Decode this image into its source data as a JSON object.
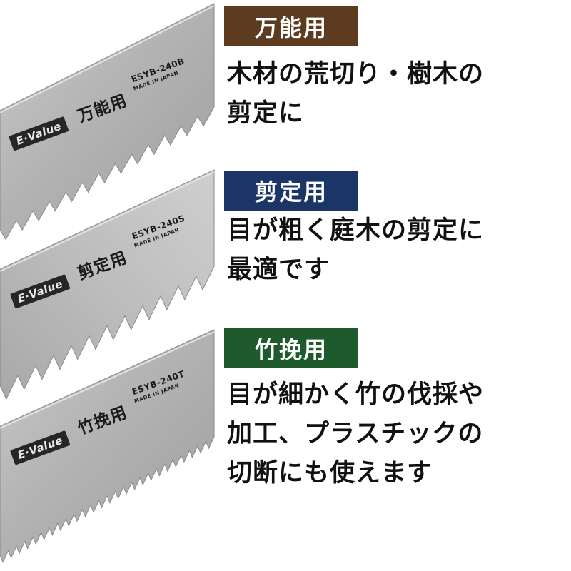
{
  "sections": [
    {
      "label": "万能用",
      "label_color": "#5c3b1e",
      "description_lines": [
        "木材の荒切り・樹木の",
        "剪定に"
      ],
      "blade": {
        "logo": "E·Value",
        "kanji": "万能用",
        "model": "ESYB-240B",
        "made_in": "MADE IN JAPAN"
      }
    },
    {
      "label": "剪定用",
      "label_color": "#1b3566",
      "description_lines": [
        "目が粗く庭木の剪定に",
        "最適です"
      ],
      "blade": {
        "logo": "E·Value",
        "kanji": "剪定用",
        "model": "ESYB-240S",
        "made_in": "MADE IN JAPAN"
      }
    },
    {
      "label": "竹挽用",
      "label_color": "#1e5a2c",
      "description_lines": [
        "目が細かく竹の伐採や",
        "加工、プラスチックの",
        "切断にも使えます"
      ],
      "blade": {
        "logo": "E·Value",
        "kanji": "竹挽用",
        "model": "ESYB-240T",
        "made_in": "MADE IN JAPAN"
      }
    }
  ]
}
